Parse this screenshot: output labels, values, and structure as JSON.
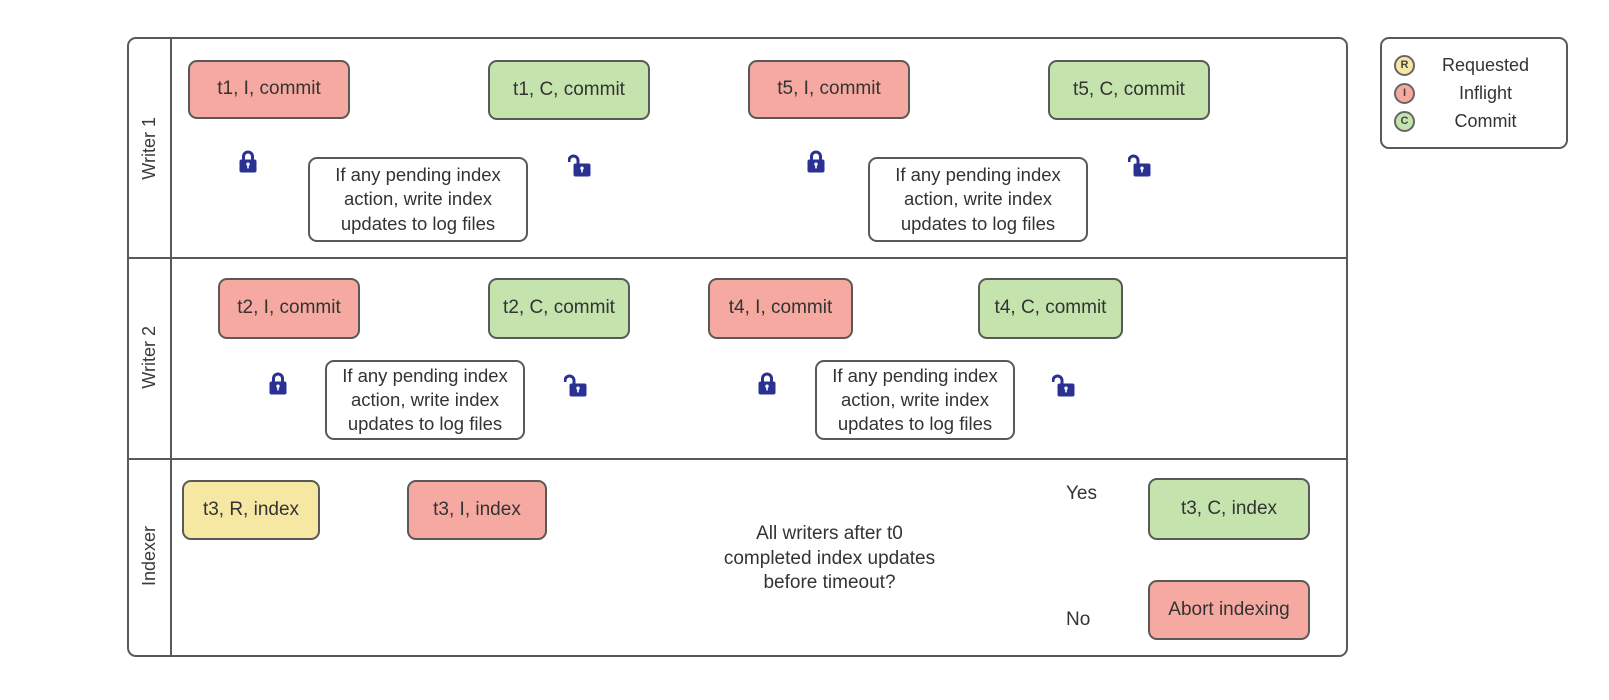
{
  "lanes": {
    "writer1": {
      "label": "Writer 1"
    },
    "writer2": {
      "label": "Writer 2"
    },
    "indexer": {
      "label": "Indexer"
    }
  },
  "nodes": {
    "t1_inflight": {
      "text": "t1, I, commit",
      "state": "inflight"
    },
    "t1_process": {
      "text": "If any pending index action, write index updates to log files"
    },
    "t1_commit": {
      "text": "t1, C, commit",
      "state": "commit"
    },
    "t5_inflight": {
      "text": "t5, I, commit",
      "state": "inflight"
    },
    "t5_process": {
      "text": "If any pending index action, write index updates to log files"
    },
    "t5_commit": {
      "text": "t5, C, commit",
      "state": "commit"
    },
    "t2_inflight": {
      "text": "t2, I, commit",
      "state": "inflight"
    },
    "t2_process": {
      "text": "If any pending index action, write index updates to log files"
    },
    "t2_commit": {
      "text": "t2, C, commit",
      "state": "commit"
    },
    "t4_inflight": {
      "text": "t4, I, commit",
      "state": "inflight"
    },
    "t4_process": {
      "text": "If any pending index action, write index updates to log files"
    },
    "t4_commit": {
      "text": "t4, C, commit",
      "state": "commit"
    },
    "t3_requested": {
      "text": "t3, R, index",
      "state": "requested"
    },
    "t3_inflight": {
      "text": "t3, I, index",
      "state": "inflight"
    },
    "decision": {
      "text": "All writers after t0 completed index updates before timeout?"
    },
    "t3_commit": {
      "text": "t3, C, index",
      "state": "commit"
    },
    "abort": {
      "text": "Abort indexing",
      "state": "inflight"
    }
  },
  "edge_labels": {
    "yes": "Yes",
    "no": "No"
  },
  "legend": {
    "items": [
      {
        "symbol": "R",
        "label": "Requested",
        "color": "#f6e8a3"
      },
      {
        "symbol": "I",
        "label": "Inflight",
        "color": "#f6a9a0"
      },
      {
        "symbol": "C",
        "label": "Commit",
        "color": "#c5e3ad"
      }
    ]
  },
  "colors": {
    "requested_fill": "#f6e8a3",
    "inflight_fill": "#f6a9a0",
    "commit_fill": "#c5e3ad",
    "stroke": "#595959",
    "lock": "#2a3192"
  }
}
